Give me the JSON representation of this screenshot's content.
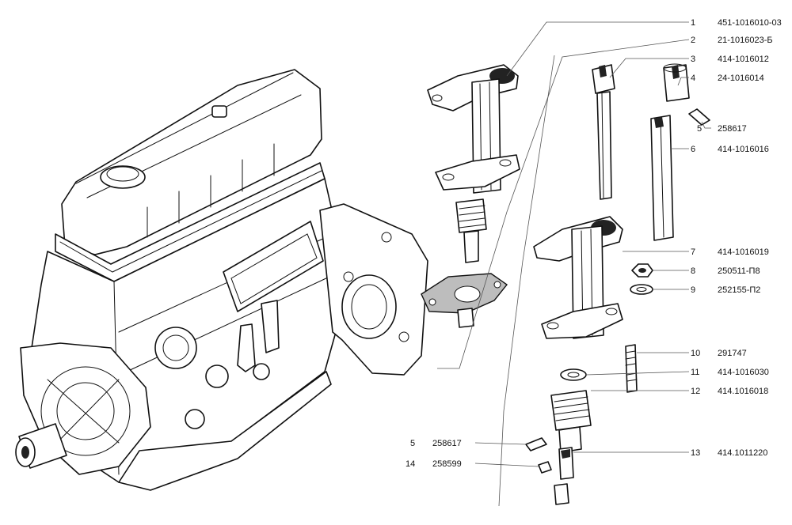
{
  "callouts_right": [
    {
      "num": "1",
      "part": "451-1016010-03"
    },
    {
      "num": "2",
      "part": "21-1016023-Б"
    },
    {
      "num": "3",
      "part": "414-1016012"
    },
    {
      "num": "4",
      "part": "24-1016014"
    },
    {
      "num": "5",
      "part": "258617"
    },
    {
      "num": "6",
      "part": "414-1016016"
    },
    {
      "num": "7",
      "part": "414-1016019"
    },
    {
      "num": "8",
      "part": "250511-П8"
    },
    {
      "num": "9",
      "part": "252155-П2"
    },
    {
      "num": "10",
      "part": "291747"
    },
    {
      "num": "11",
      "part": "414-1016030"
    },
    {
      "num": "12",
      "part": "414.1016018"
    },
    {
      "num": "13",
      "part": "414.1011220"
    }
  ],
  "callouts_left": [
    {
      "num": "5",
      "part": "258617"
    },
    {
      "num": "14",
      "part": "258599"
    }
  ],
  "colors": {
    "ink": "#111111",
    "leader": "#555555",
    "paper": "#ffffff"
  }
}
